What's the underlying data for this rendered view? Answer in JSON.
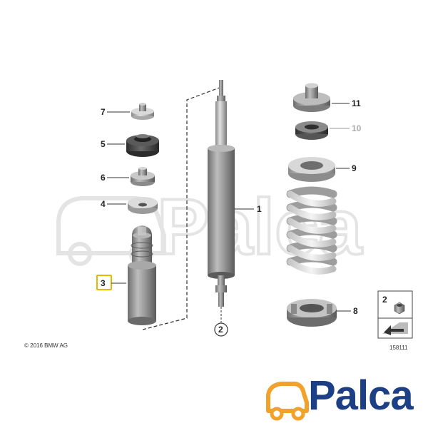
{
  "copyright": "© 2016 BMW AG",
  "diagram_id": "158111",
  "watermark": "Palca",
  "logo": {
    "text": "Palca",
    "accent_color": "#f2a12a",
    "brand_color": "#1d3f86"
  },
  "callouts": {
    "c1": "1",
    "c2": "2",
    "c3": "3",
    "c4": "4",
    "c5": "5",
    "c6": "6",
    "c7": "7",
    "c8": "8",
    "c9": "9",
    "c10": "10",
    "c11": "11"
  },
  "circle_ref": "2",
  "legend": {
    "ref": "2",
    "icon": "hex-nut-icon",
    "arrow_icon": "wrench-arrow-icon"
  },
  "colors": {
    "part_dark": "#4a4a4a",
    "part_mid": "#9b9b9b",
    "part_light": "#d6d6d6",
    "highlight": "#e8b800"
  }
}
